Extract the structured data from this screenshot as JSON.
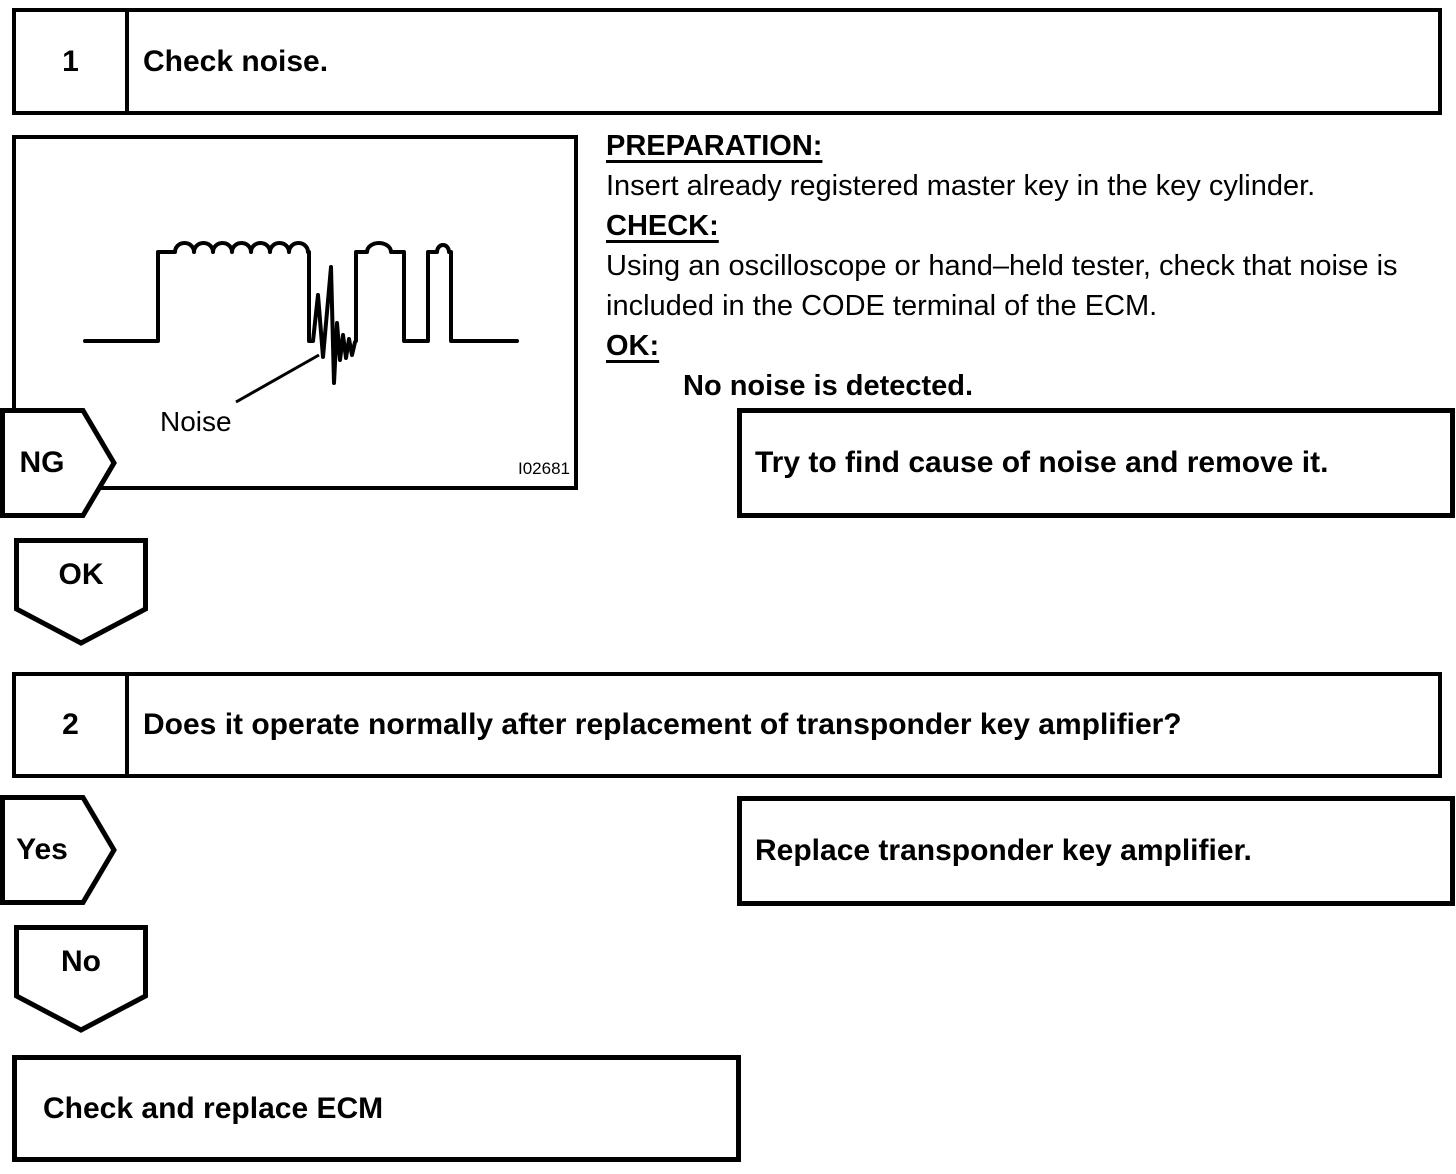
{
  "page": {
    "background_color": "#ffffff",
    "line_color": "#000000"
  },
  "step1": {
    "number": "1",
    "title": "Check noise."
  },
  "figure": {
    "noise_label": "Noise",
    "figure_code": "I02681"
  },
  "instructions": {
    "preparation_heading": "PREPARATION:",
    "preparation_body": "Insert already registered master key in the key cylinder.",
    "check_heading": "CHECK:",
    "check_body_line1": "Using an oscilloscope or hand–held tester, check that noise is",
    "check_body_line2": "included in the CODE terminal of the ECM.",
    "ok_heading": "OK:",
    "ok_body": "No noise is detected."
  },
  "ng_branch": {
    "arrow_label": "NG",
    "action": "Try to find cause of noise and remove it."
  },
  "ok_connector": {
    "label": "OK"
  },
  "step2": {
    "number": "2",
    "title": "Does it operate normally after replacement of transponder key amplifier?"
  },
  "yes_branch": {
    "arrow_label": "Yes",
    "action": "Replace transponder key amplifier."
  },
  "no_connector": {
    "label": "No"
  },
  "final_action": {
    "text": "Check and replace ECM"
  }
}
